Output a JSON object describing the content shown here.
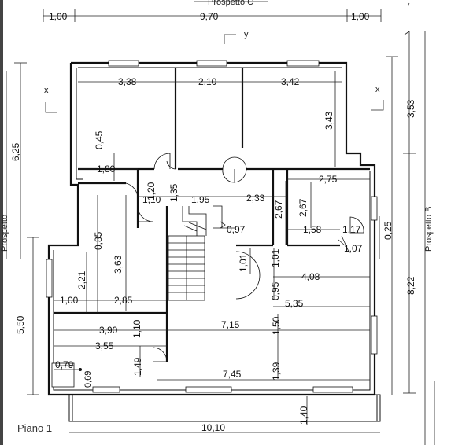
{
  "drawing": {
    "level_label": "Piano 1",
    "elevation_top": "Prospetto C",
    "elevation_right": "Prospetto B",
    "elevation_left_partial": "Prospetto",
    "axis_labels": {
      "y": "y",
      "x_left": "x",
      "x_right": "x"
    }
  },
  "dimensions": {
    "top_overall_left": "1,00",
    "top_overall_mid": "9,70",
    "top_overall_right": "1,00",
    "room_nw_width": "3,38",
    "room_n_width": "2,10",
    "room_ne_width": "3,42",
    "room_ne_height": "3,43",
    "room_nw_depth": "0,45",
    "closet_width": "1,80",
    "hall_1_20": "1,20",
    "hall_1_35": "1,35",
    "hall_1_10": "1,10",
    "hall_1_95": "1,95",
    "hall_2_33": "2,33",
    "bath_width": "2,75",
    "bath_height": "2,67",
    "hall_2_67": "2,67",
    "bath_1_58": "1,58",
    "bath_1_17": "1,17",
    "bath_0_25": "0,25",
    "bath_1_07": "1,07",
    "stair_0_97": "0,97",
    "room_w_0_85": "0,85",
    "room_w_3_63": "3,63",
    "room_w_2_21": "2,21",
    "room_w_1_00": "1,00",
    "room_w_2_85": "2,85",
    "mid_1_01a": "1,01",
    "mid_1_01b": "1,01",
    "mid_0_95": "0,95",
    "mid_4_08": "4,08",
    "mid_5_35": "5,35",
    "living_3_90": "3,90",
    "living_1_10": "1,10",
    "living_7_15": "7,15",
    "living_1_50": "1,50",
    "living_3_55": "3,55",
    "living_1_49": "1,49",
    "living_1_39": "1,39",
    "living_0_79": "0,79",
    "living_0_69": "0,69",
    "living_7_45": "7,45",
    "bottom_overall": "10,10",
    "terrace_depth": "1,40",
    "right_3_53": "3,53",
    "right_8_22": "8,22",
    "left_6_25": "6,25",
    "left_5_50": "5,50"
  },
  "colors": {
    "ink": "#111111",
    "paper": "#ffffff",
    "scan_edge": "#444444"
  }
}
